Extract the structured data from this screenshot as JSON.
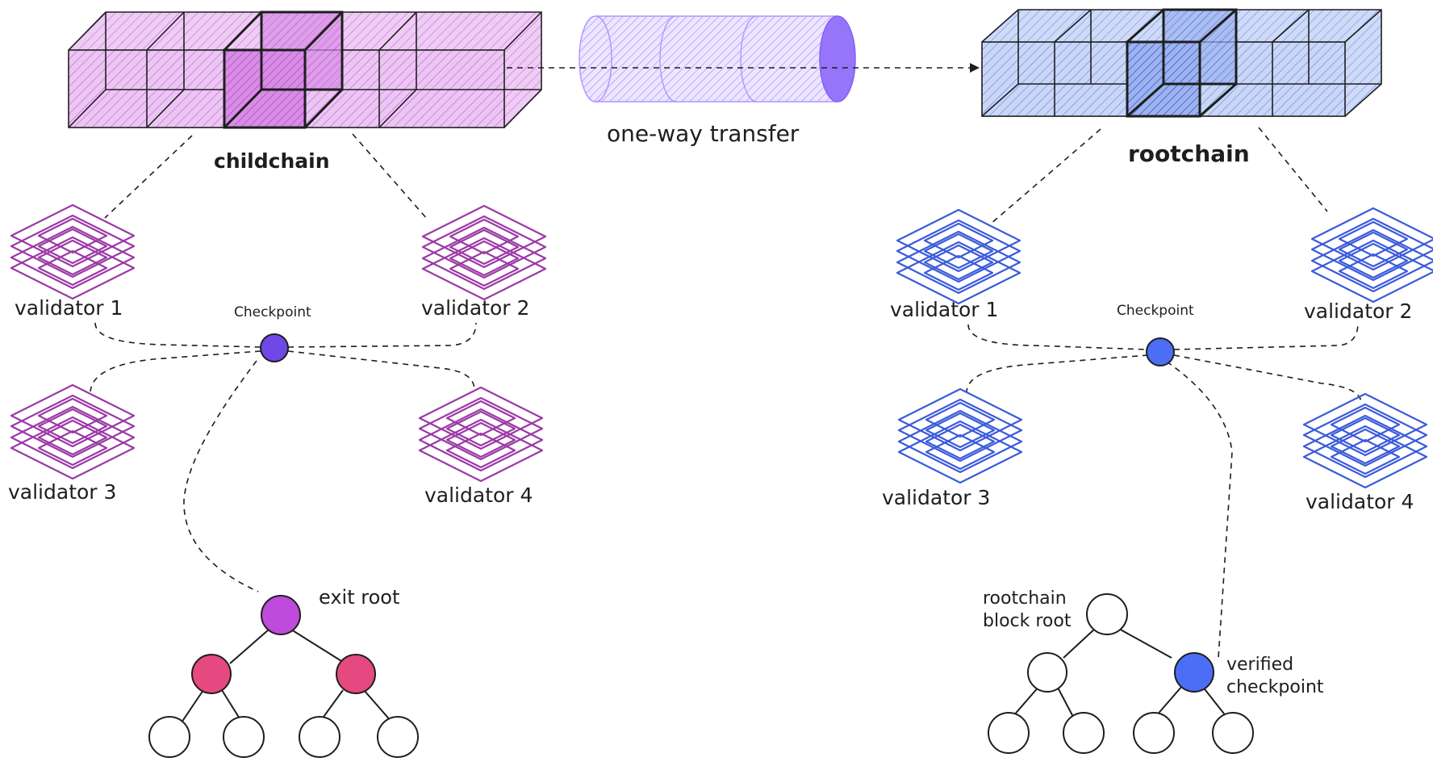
{
  "colors": {
    "childchain": "#c86ad8",
    "childchain_dark": "#a855c8",
    "validator_child": "#9b3aa6",
    "checkpoint_child": "#7048e8",
    "exit_root": "#be4bdb",
    "child_nodes": "#e64980",
    "rootchain": "#7c96e6",
    "validator_root": "#3b5bdb",
    "checkpoint_root": "#4c6ef5",
    "verified_checkpoint": "#4c6ef5",
    "transfer": "#9775fa",
    "ink": "#1e1e1e"
  },
  "left": {
    "chain_label": "childchain",
    "checkpoint_label": "Checkpoint",
    "validators": [
      "validator 1",
      "validator 2",
      "validator 3",
      "validator 4"
    ],
    "tree_label": "exit root"
  },
  "middle": {
    "transfer_label": "one-way transfer"
  },
  "right": {
    "chain_label": "rootchain",
    "checkpoint_label": "Checkpoint",
    "validators": [
      "validator 1",
      "validator 2",
      "validator 3",
      "validator 4"
    ],
    "tree_label_line1": "rootchain",
    "tree_label_line2": "block root",
    "verified_line1": "verified",
    "verified_line2": "checkpoint"
  }
}
